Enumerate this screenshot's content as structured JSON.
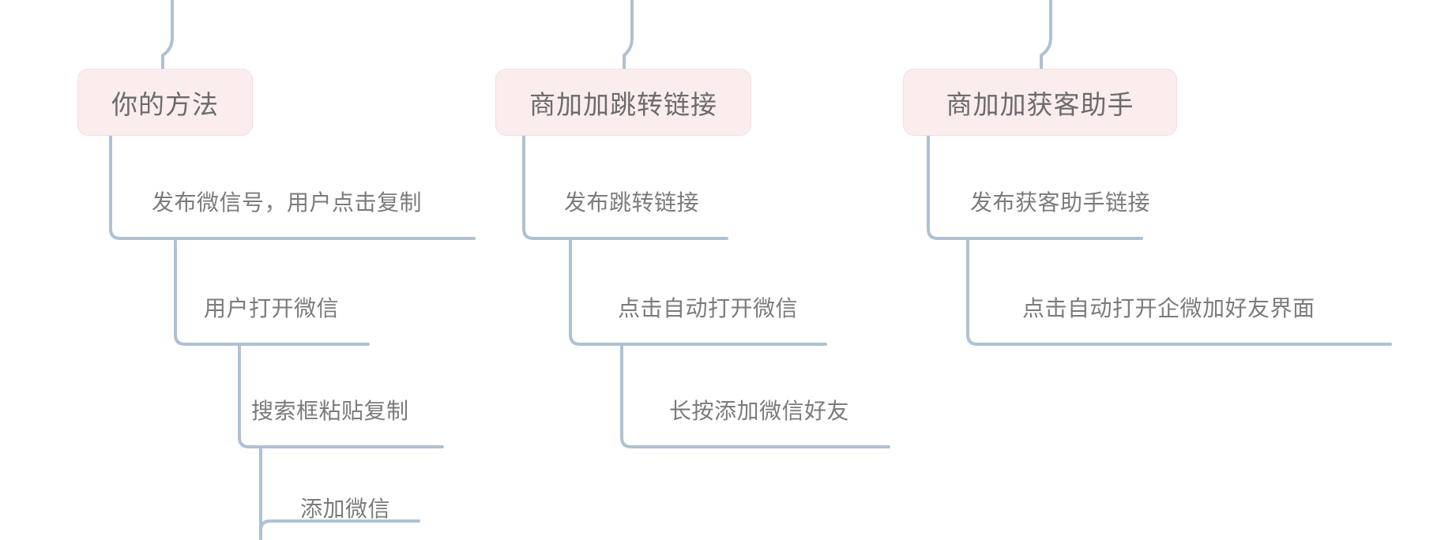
{
  "diagram": {
    "type": "mindmap",
    "title": "",
    "background_color": "#ffffff",
    "node_fill_color": "#fbedee",
    "node_border_color": "#f3dde1",
    "node_text_color": "#6b6b6b",
    "edge_color": "#aec1d4",
    "edge_label_color": "#7b7b7b"
  },
  "branches": [
    {
      "id": "branch-1",
      "node_label": "你的方法",
      "steps": [
        "发布微信号，用户点击复制",
        "用户打开微信",
        "搜索框粘贴复制",
        "添加微信"
      ]
    },
    {
      "id": "branch-2",
      "node_label": "商加加跳转链接",
      "steps": [
        "发布跳转链接",
        "点击自动打开微信",
        "长按添加微信好友"
      ]
    },
    {
      "id": "branch-3",
      "node_label": "商加加获客助手",
      "steps": [
        "发布获客助手链接",
        "点击自动打开企微加好友界面"
      ]
    }
  ]
}
